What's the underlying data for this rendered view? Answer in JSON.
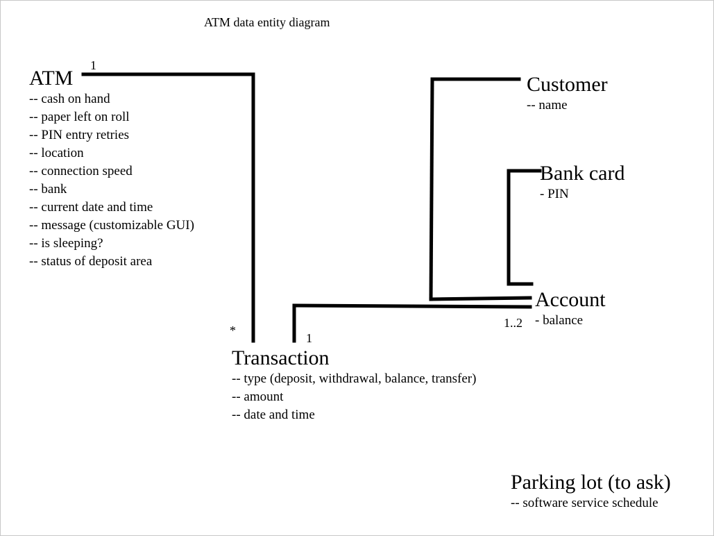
{
  "diagram": {
    "title": "ATM data entity diagram"
  },
  "entities": {
    "atm": {
      "name": "ATM",
      "attributes": [
        "-- cash on hand",
        "-- paper left on roll",
        "-- PIN entry retries",
        "-- location",
        "-- connection speed",
        "-- bank",
        "-- current date and time",
        "-- message (customizable GUI)",
        "-- is sleeping?",
        "-- status of deposit area"
      ]
    },
    "customer": {
      "name": "Customer",
      "attributes": [
        "-- name"
      ]
    },
    "bank_card": {
      "name": "Bank card",
      "attributes": [
        "- PIN"
      ]
    },
    "account": {
      "name": "Account",
      "attributes": [
        "- balance"
      ]
    },
    "transaction": {
      "name": "Transaction",
      "attributes": [
        "-- type (deposit, withdrawal, balance, transfer)",
        "-- amount",
        "-- date and time"
      ]
    },
    "parking_lot": {
      "name": "Parking lot (to ask)",
      "attributes": [
        "-- software service schedule"
      ]
    }
  },
  "multiplicities": {
    "atm_end": "1",
    "transaction_atm_end": "*",
    "transaction_account_end": "1",
    "account_end": "1..2"
  }
}
